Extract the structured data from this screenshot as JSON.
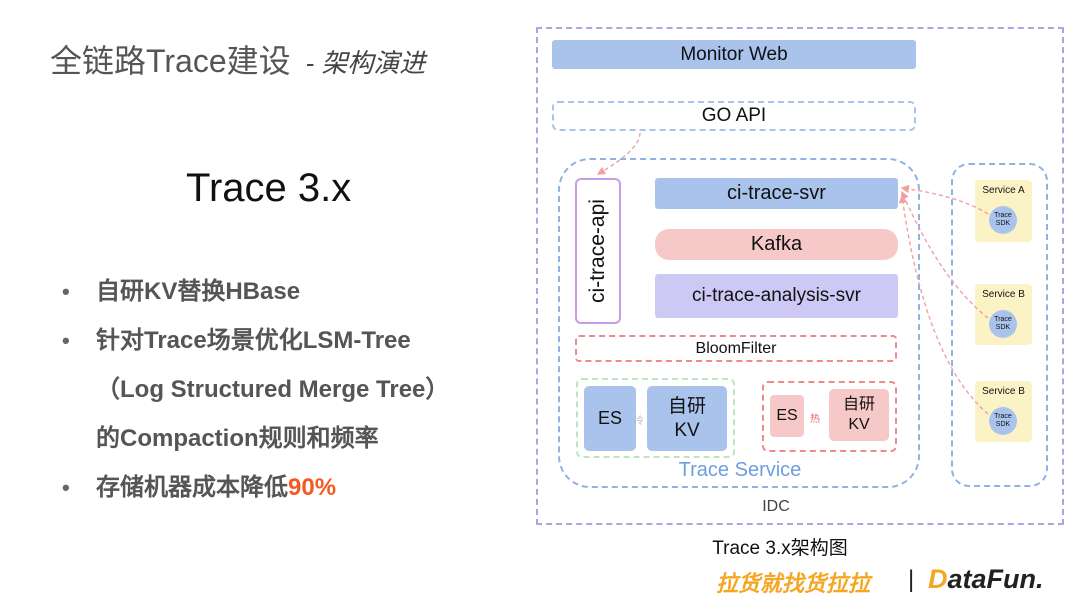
{
  "slide": {
    "title": "全链路Trace建设",
    "subtitle": "- 架构演进",
    "big_title": "Trace 3.x",
    "bullets": [
      {
        "text": "自研KV替换HBase"
      },
      {
        "text": "针对Trace场景优化LSM-Tree",
        "cont": "（Log Structured Merge Tree）",
        "cont2": "的Compaction规则和频率"
      },
      {
        "text": "存储机器成本降低",
        "highlight": "90%"
      }
    ],
    "bullet_glyph": "•"
  },
  "diagram": {
    "caption": "Trace 3.x架构图",
    "monitor_web": "Monitor Web",
    "go_api": "GO API",
    "ci_trace_api": "ci-trace-api",
    "ci_trace_svr": "ci-trace-svr",
    "kafka": "Kafka",
    "analysis_svr": "ci-trace-analysis-svr",
    "bloom_filter": "BloomFilter",
    "es": "ES",
    "kv": "自研\nKV",
    "cold_label": "冷",
    "hot_label": "热",
    "trace_service": "Trace Service",
    "idc": "IDC",
    "services": [
      {
        "name": "Service A",
        "sdk": "Trace SDK"
      },
      {
        "name": "Service B",
        "sdk": "Trace SDK"
      },
      {
        "name": "Service B",
        "sdk": "Trace SDK"
      }
    ]
  },
  "footer": {
    "brand": "拉货就找货拉拉",
    "separator": "|",
    "datafun_prefix": "D",
    "datafun_rest": "ataFun."
  },
  "colors": {
    "blue_box": "#a9c3ec",
    "pink_box": "#f6c8c8",
    "purple_box": "#cdc9f4",
    "service_box": "#fbf3c6",
    "highlight": "#f5591f",
    "brand_orange": "#f5a623"
  }
}
